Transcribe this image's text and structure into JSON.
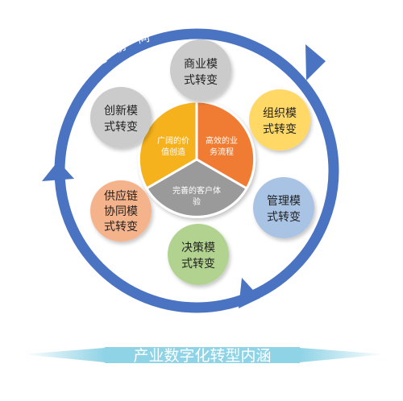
{
  "ring_text": [
    "产",
    "业",
    "链",
    "协",
    "同"
  ],
  "center": {
    "left": [
      "广阔的价",
      "值创造"
    ],
    "right": [
      "高效的业",
      "务流程"
    ],
    "bottom": [
      "完善的客户体",
      "验"
    ]
  },
  "circles": {
    "business": [
      "商业模",
      "式转变"
    ],
    "organization": [
      "组织模",
      "式转变"
    ],
    "management": [
      "管理模",
      "式转变"
    ],
    "decision": [
      "决策模",
      "式转变"
    ],
    "supply": [
      "供应链",
      "协同模",
      "式转变"
    ],
    "innovation": [
      "创新模",
      "式转变"
    ]
  },
  "banner": {
    "title": "产业数字化转型内涵"
  },
  "colors": {
    "ring": "#4a73c2",
    "center_left": "#f6b21c",
    "center_right": "#ef7c31",
    "center_bottom": "#9a9a9a",
    "business": "#cbcbcb",
    "organization": "#ffd865",
    "management": "#a9c3e4",
    "decision": "#b2d38f",
    "supply": "#f5b38c",
    "innovation": "#cbcbcb",
    "banner": "#8fd3e6"
  }
}
